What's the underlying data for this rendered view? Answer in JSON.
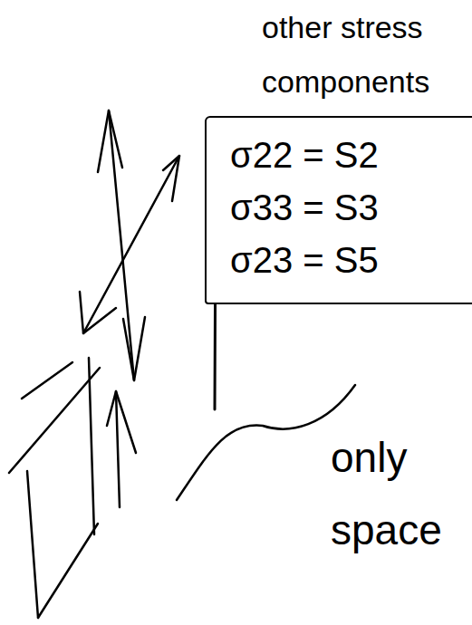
{
  "diagram": {
    "nodes": [
      {
        "text": [
          "other stress components",
          "σ22 = S2",
          "σ33 = S3",
          "σ23 = S5"
        ]
      }
    ],
    "labels": [
      "only space"
    ]
  }
}
